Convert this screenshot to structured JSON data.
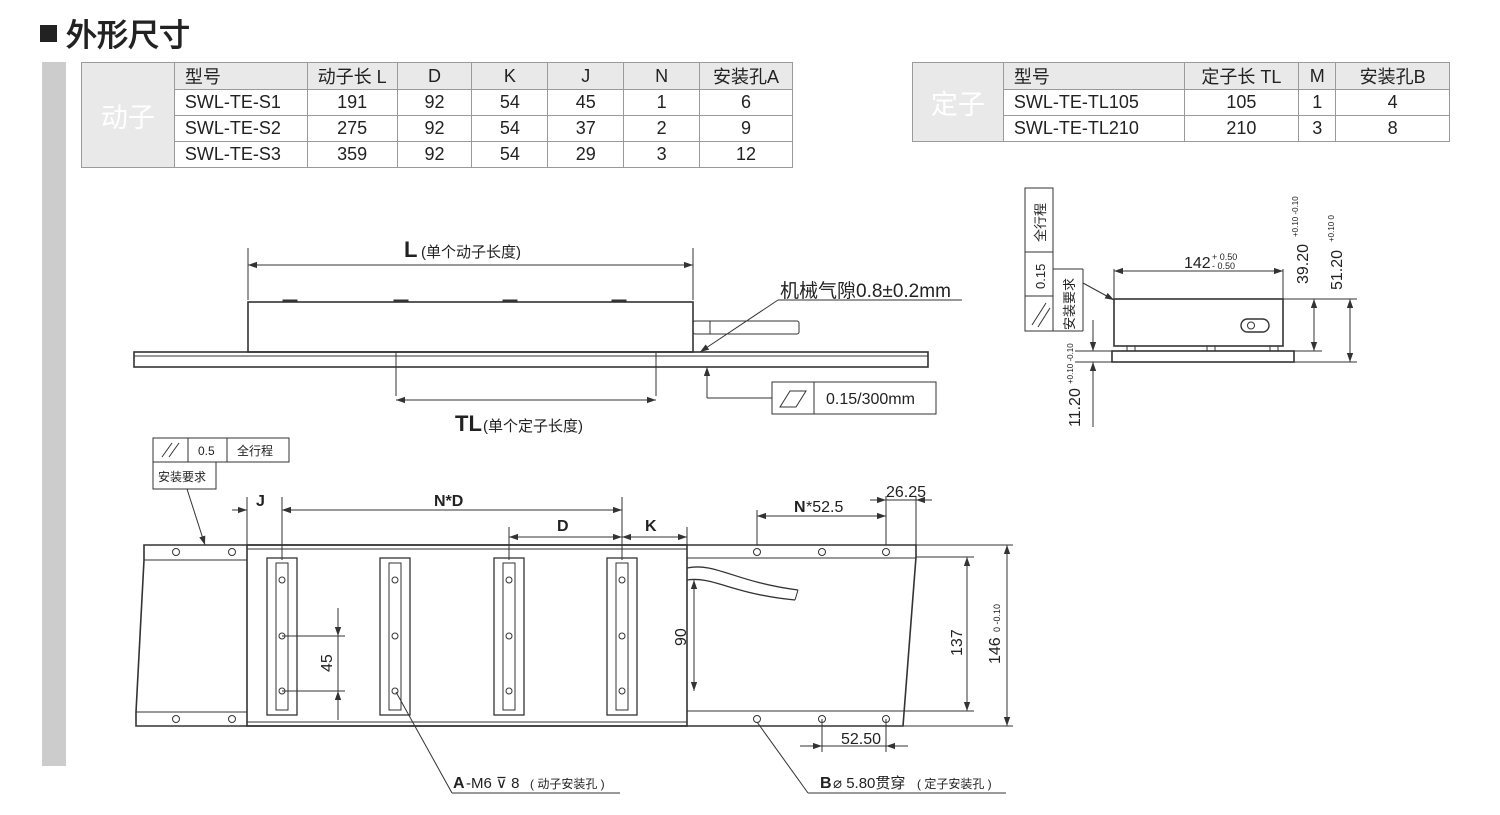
{
  "title": "外形尺寸",
  "mover_table": {
    "group_label": "动子",
    "headers": [
      "型号",
      "动子长 L",
      "D",
      "K",
      "J",
      "N",
      "安装孔A"
    ],
    "rows": [
      [
        "SWL-TE-S1",
        "191",
        "92",
        "54",
        "45",
        "1",
        "6"
      ],
      [
        "SWL-TE-S2",
        "275",
        "92",
        "54",
        "37",
        "2",
        "9"
      ],
      [
        "SWL-TE-S3",
        "359",
        "92",
        "54",
        "29",
        "3",
        "12"
      ]
    ]
  },
  "stator_table": {
    "group_label": "定子",
    "headers": [
      "型号",
      "定子长 TL",
      "M",
      "安装孔B"
    ],
    "rows": [
      [
        "SWL-TE-TL105",
        "105",
        "1",
        "4"
      ],
      [
        "SWL-TE-TL210",
        "210",
        "3",
        "8"
      ]
    ]
  },
  "side_view": {
    "l_letter": "L",
    "l_desc": "(单个动子长度)",
    "air_gap": "机械气隙0.8±0.2mm",
    "flatness_value": "0.15/300mm",
    "tl_letter": "TL",
    "tl_desc": "(单个定子长度)"
  },
  "end_view": {
    "tol_label1": "全行程",
    "tol_label2": "0.15",
    "tol_label3": "安装要求",
    "width_main": "142",
    "width_tol_upper": "+ 0.50",
    "width_tol_lower": "- 0.50",
    "h1_main": "39.20",
    "h1_tol": "+0.10 -0.10",
    "h2_main": "51.20",
    "h2_tol": "+0.10 0",
    "h3_main": "11.20",
    "h3_tol": "+0.10 -0.10"
  },
  "top_view": {
    "tol_value": "0.5",
    "tol_range": "全行程",
    "install_req": "安装要求",
    "dim_j": "J",
    "dim_nd": "N*D",
    "dim_d": "D",
    "dim_k": "K",
    "dim_pitch_prefix": "N",
    "dim_pitch_value": "*52.5",
    "dim_offset": "26.25",
    "dim_45": "45",
    "dim_90": "90",
    "dim_137": "137",
    "dim_146": "146",
    "dim_146_tol": "0 -0.10",
    "dim_52_50": "52.50",
    "note_a_bold": "A",
    "note_a_text": "-M6 ⊽ 8",
    "note_a_desc": "( 动子安装孔 )",
    "note_b_bold": "B",
    "note_b_text": "⌀ 5.80贯穿",
    "note_b_desc": "( 定子安装孔 )"
  }
}
